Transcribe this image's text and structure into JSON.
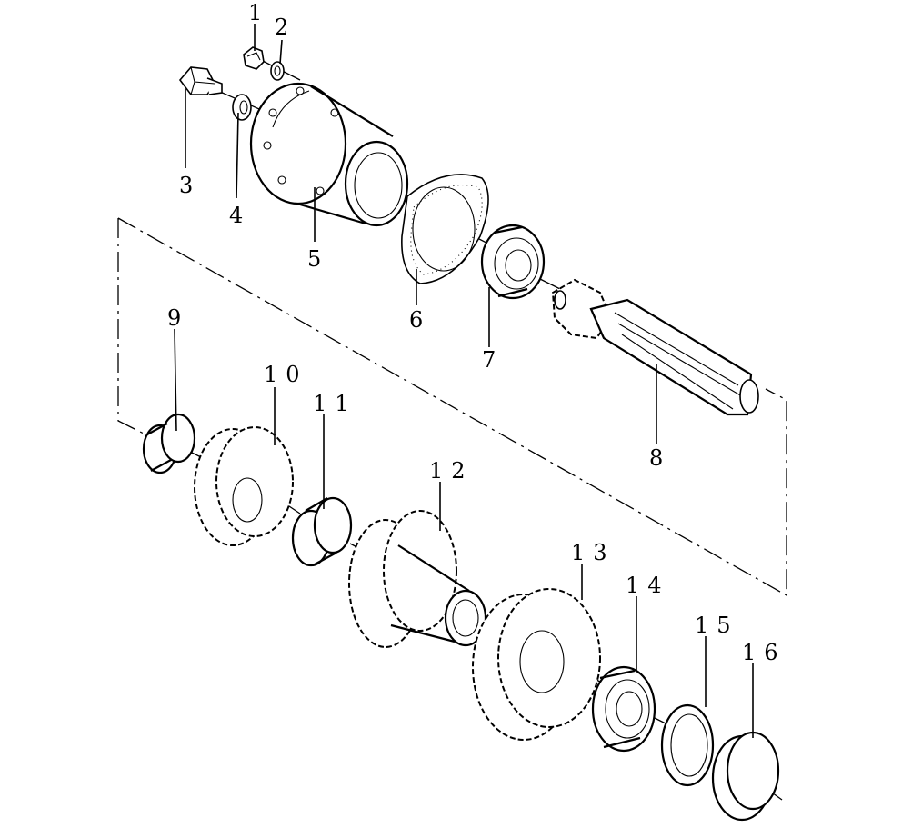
{
  "labels": [
    {
      "id": "1",
      "text": "1"
    },
    {
      "id": "2",
      "text": "2"
    },
    {
      "id": "3",
      "text": "3"
    },
    {
      "id": "4",
      "text": "4"
    },
    {
      "id": "5",
      "text": "5"
    },
    {
      "id": "6",
      "text": "6"
    },
    {
      "id": "7",
      "text": "7"
    },
    {
      "id": "8",
      "text": "8"
    },
    {
      "id": "9",
      "text": "9"
    },
    {
      "id": "10",
      "text": "10"
    },
    {
      "id": "11",
      "text": "11"
    },
    {
      "id": "12",
      "text": "12"
    },
    {
      "id": "13",
      "text": "13"
    },
    {
      "id": "14",
      "text": "14"
    },
    {
      "id": "15",
      "text": "15"
    },
    {
      "id": "16",
      "text": "16"
    }
  ]
}
